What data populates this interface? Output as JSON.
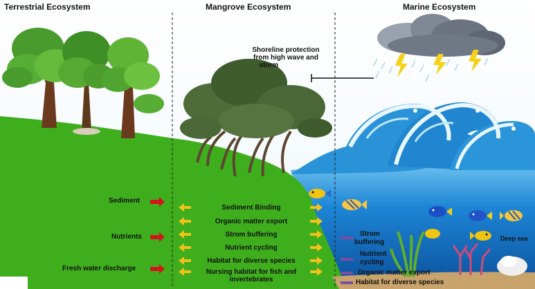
{
  "headers": {
    "terrestrial": "Terrestrial Ecosystem",
    "mangrove": "Mangrove Ecosystem",
    "marine": "Marine Ecosystem"
  },
  "callout": {
    "line1": "Shoreline protection",
    "line2": "from high wave and",
    "line3": "storm"
  },
  "terrestrial_inputs": [
    "Sediment",
    "Nutrients",
    "Fresh water discharge"
  ],
  "mangrove_services": [
    "Sediment Binding",
    "Organic matter export",
    "Strom buffering",
    "Nutrient cycling",
    "Habitat for diverse species"
  ],
  "mangrove_nursing": {
    "line1": "Nursing habitat for fish and",
    "line2": "invertebrates"
  },
  "marine_services": {
    "storm_line1": "Strom",
    "storm_line2": "buffering",
    "nutrient_line1": "Nutrient",
    "nutrient_line2": "cycling",
    "organic": "Organic matter export",
    "habitat": "Habitat for diverse species"
  },
  "deep_sea": "Deep sea",
  "colors": {
    "ground": "#3fae1d",
    "sea": "#1e7fd0",
    "red_arrow": "#d4141c",
    "yellow_arrow": "#f3c21a",
    "purple_arrow": "#7a4fa0"
  },
  "icons": [
    "tree-icon",
    "mangrove-tree-icon",
    "storm-cloud-icon",
    "wave-icon",
    "fish-icon",
    "coral-icon"
  ]
}
